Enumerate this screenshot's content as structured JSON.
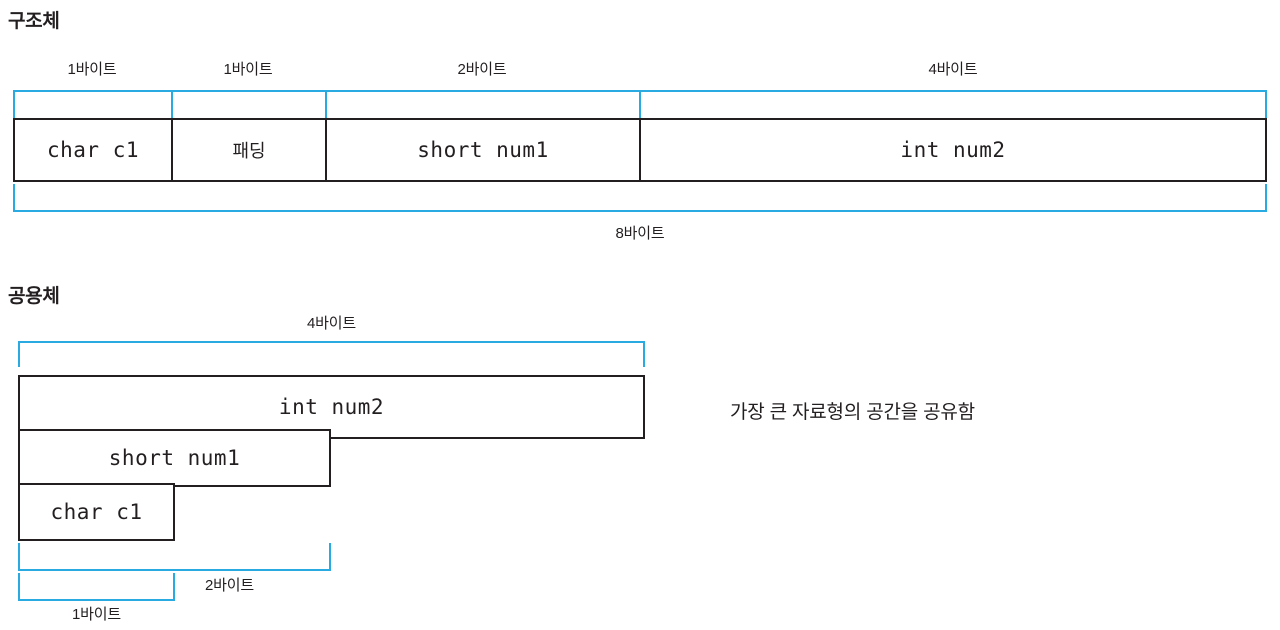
{
  "colors": {
    "bracket": "#29ABE2",
    "outline": "#231f20",
    "text": "#231f20",
    "background": "#ffffff"
  },
  "struct_section": {
    "title": "구조체",
    "top_labels": [
      "1바이트",
      "1바이트",
      "2바이트",
      "4바이트"
    ],
    "cells": [
      {
        "label": "char c1",
        "bytes": 1,
        "kind": "member"
      },
      {
        "label": "패딩",
        "bytes": 1,
        "kind": "padding"
      },
      {
        "label": "short num1",
        "bytes": 2,
        "kind": "member"
      },
      {
        "label": "int num2",
        "bytes": 4,
        "kind": "member"
      }
    ],
    "total_label": "8바이트"
  },
  "union_section": {
    "title": "공용체",
    "top_label": "4바이트",
    "boxes": [
      {
        "label": "int num2",
        "bytes": 4
      },
      {
        "label": "short num1",
        "bytes": 2
      },
      {
        "label": "char c1",
        "bytes": 1
      }
    ],
    "bottom_labels": [
      "2바이트",
      "1바이트"
    ],
    "note": "가장 큰 자료형의 공간을 공유함"
  }
}
